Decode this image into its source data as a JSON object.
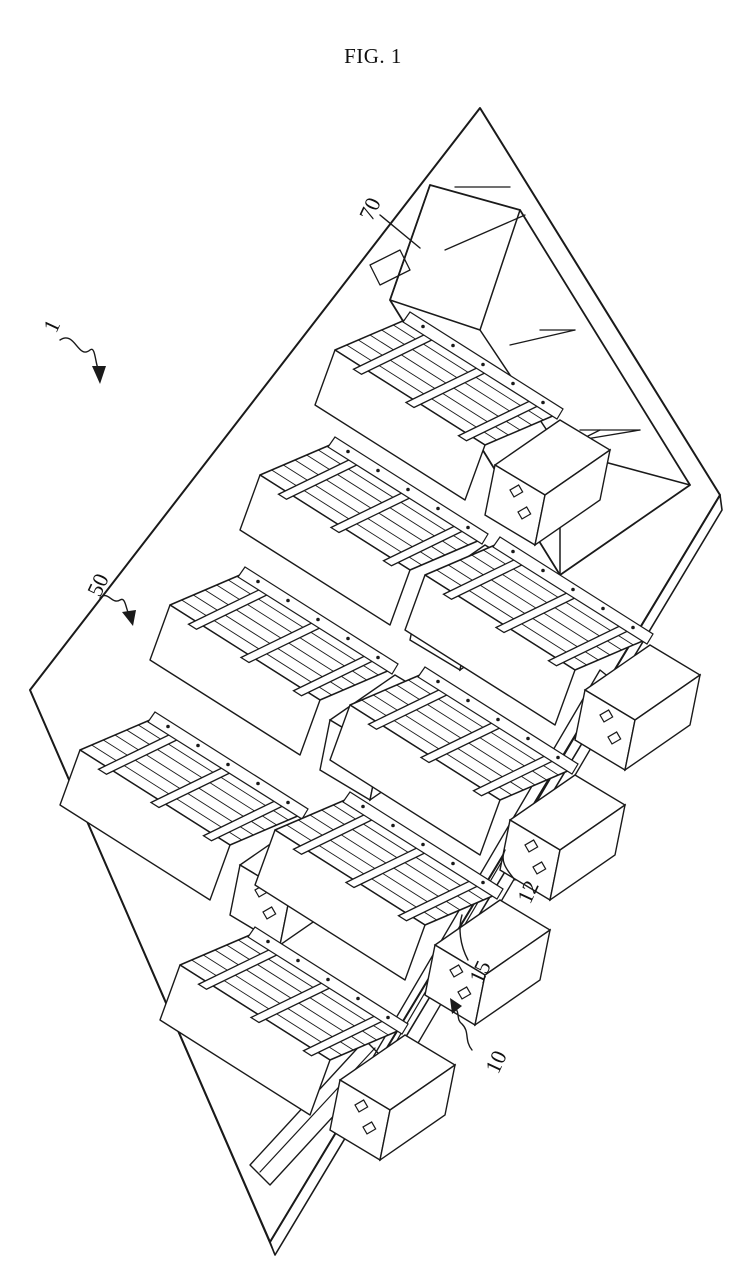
{
  "figure": {
    "title": "FIG. 1",
    "reference_numerals": {
      "system": "1",
      "base_assembly": "10",
      "base_plate": "12",
      "support_block": "15",
      "module": "50",
      "power_unit": "70"
    }
  },
  "colors": {
    "ink": "#1a1a1a",
    "background": "#ffffff"
  }
}
